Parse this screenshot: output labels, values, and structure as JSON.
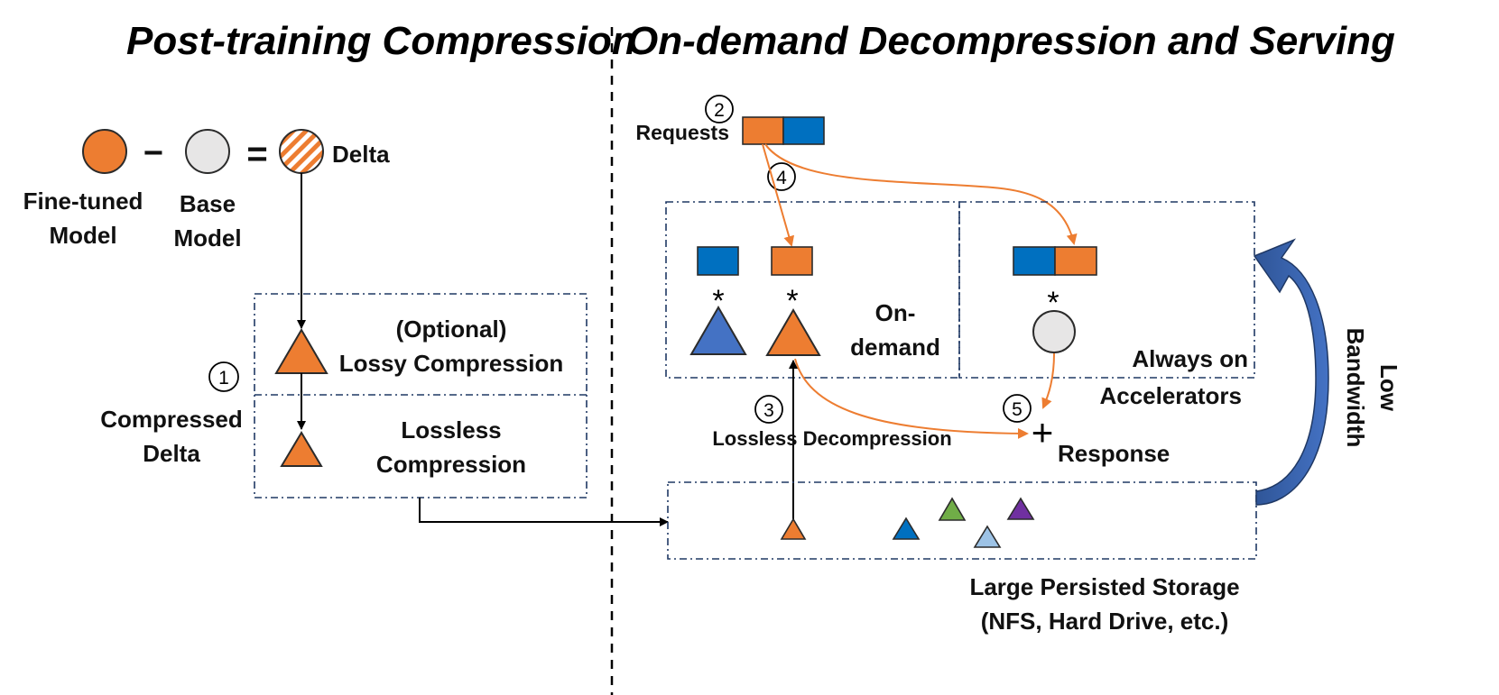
{
  "headers": {
    "left": "Post-training Compression",
    "right": "On-demand Decompression and Serving"
  },
  "equation": {
    "minus": "−",
    "equals": "=",
    "finetuned": [
      "Fine-tuned",
      "Model"
    ],
    "base": [
      "Base",
      "Model"
    ],
    "delta": "Delta"
  },
  "compression": {
    "lossy": [
      "(Optional)",
      "Lossy Compression"
    ],
    "lossless": [
      "Lossless",
      "Compression"
    ],
    "compressed_delta": [
      "Compressed",
      "Delta"
    ]
  },
  "serving": {
    "requests": "Requests",
    "on_demand": [
      "On-",
      "demand"
    ],
    "always_on": [
      "Always on",
      "Accelerators"
    ],
    "lossless_decompression": "Lossless Decompression",
    "response": "Response",
    "plus": "+",
    "star": "*",
    "storage": [
      "Large Persisted Storage",
      "(NFS, Hard Drive, etc.)"
    ],
    "low_bandwidth": [
      "Low",
      "Bandwidth"
    ]
  },
  "steps": [
    "1",
    "2",
    "3",
    "4",
    "5"
  ],
  "colors": {
    "orange": "#ed7d31",
    "blue": "#0070c0",
    "mid_blue": "#4472c4",
    "gray": "#e7e6e6",
    "green": "#70ad47",
    "purple": "#7030a0",
    "light_blue": "#9dc3e6",
    "box_border": "#1f3864"
  }
}
